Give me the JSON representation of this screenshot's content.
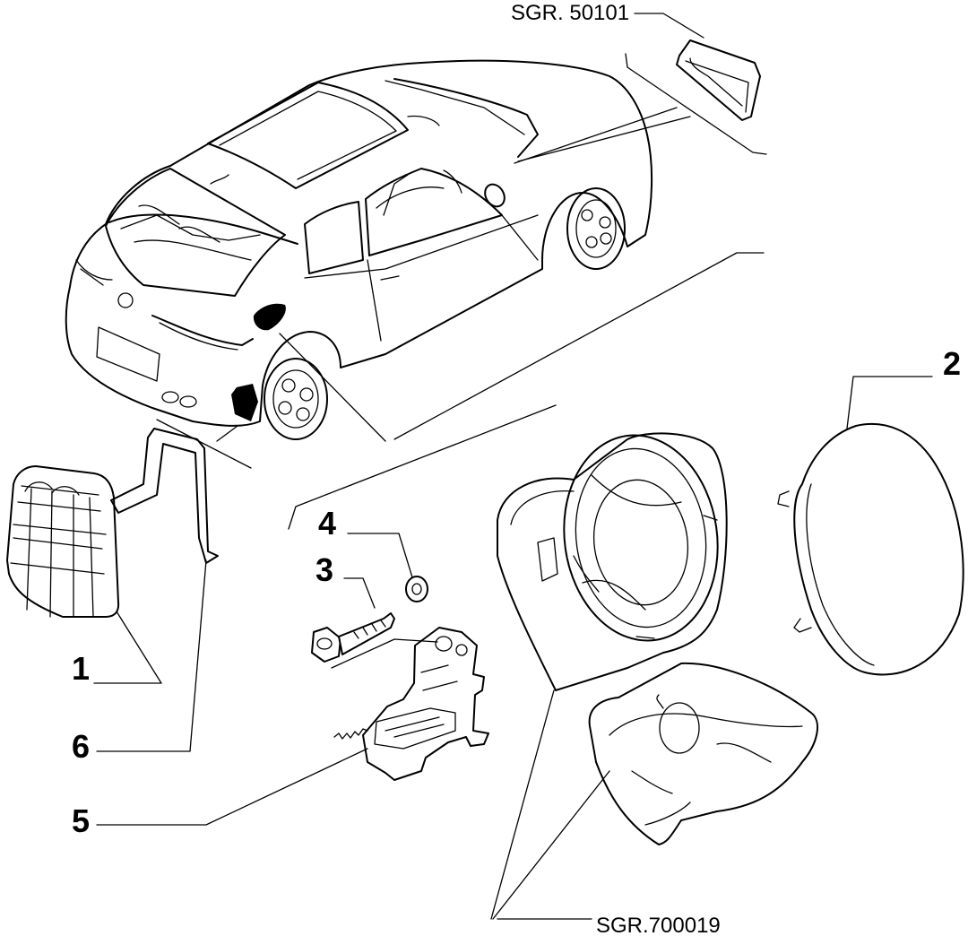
{
  "diagram": {
    "references": {
      "top": "SGR. 50101",
      "bottom": "SGR.700019"
    },
    "callouts": [
      {
        "id": "c1",
        "label": "1"
      },
      {
        "id": "c2",
        "label": "2"
      },
      {
        "id": "c3",
        "label": "3"
      },
      {
        "id": "c4",
        "label": "4"
      },
      {
        "id": "c5",
        "label": "5"
      },
      {
        "id": "c6",
        "label": "6"
      }
    ]
  }
}
